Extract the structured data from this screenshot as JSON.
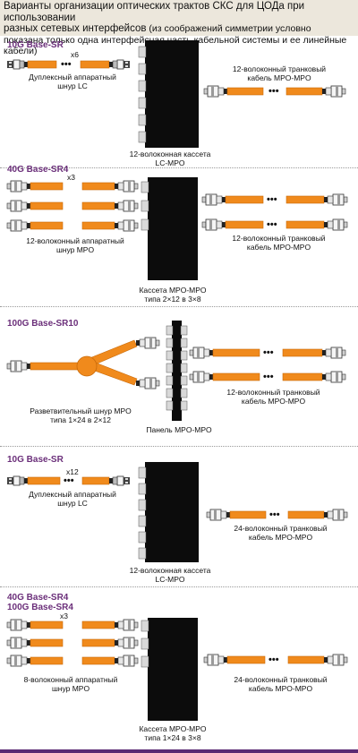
{
  "header": {
    "title_line1": "Варианты организации оптических трактов СКС для ЦОДа при использовании",
    "title_line2a": "разных сетевых интерфейсов",
    "title_line2b": " (из соображений симметрии условно",
    "title_line3": "показана только одна интерфейсная часть кабельной системы и ее линейные кабели)"
  },
  "sections": [
    {
      "label": "10G Base-SR",
      "multiplier": "x6",
      "dots": "•••",
      "patch_caption_1": "Дуплексный аппаратный",
      "patch_caption_2": "шнур LC",
      "module_caption_1": "12-волоконная кассета",
      "module_caption_2": "LC-MPO",
      "trunk_caption_1": "12-волоконный транковый",
      "trunk_caption_2": "кабель MPO-MPO"
    },
    {
      "label": "40G Base-SR4",
      "multiplier": "x3",
      "dots": "•••",
      "patch_caption_1": "12-волоконный аппаратный",
      "patch_caption_2": "шнур MPO",
      "module_caption_1": "Кассета MPO-MPO",
      "module_caption_2": "типа 2×12 в 3×8",
      "trunk_caption_1": "12-волоконный транковый",
      "trunk_caption_2": "кабель MPO-MPO"
    },
    {
      "label": "100G Base-SR10",
      "dots": "•••",
      "patch_caption_1": "Разветвительный шнур MPO",
      "patch_caption_2": "типа 1×24 в 2×12",
      "module_caption_1": "Панель MPO-MPO",
      "trunk_caption_1": "12-волоконный транковый",
      "trunk_caption_2": "кабель MPO-MPO"
    },
    {
      "label": "10G Base-SR",
      "multiplier": "x12",
      "dots": "•••",
      "patch_caption_1": "Дуплексный аппаратный",
      "patch_caption_2": "шнур LC",
      "module_caption_1": "12-волоконная кассета",
      "module_caption_2": "LC-MPO",
      "trunk_caption_1": "24-волоконный транковый",
      "trunk_caption_2": "кабель MPO-MPO"
    },
    {
      "label": "40G Base-SR4",
      "label2": "100G Base-SR4",
      "multiplier": "x3",
      "dots": "•••",
      "patch_caption_1": "8-волоконный аппаратный",
      "patch_caption_2": "шнур MPO",
      "module_caption_1": "Кассета MPO-MPO",
      "module_caption_2": "типа 1×24 в 3×8",
      "trunk_caption_1": "24-волоконный транковый",
      "trunk_caption_2": "кабель MPO-MPO"
    }
  ],
  "colors": {
    "cable": "#f08a1c",
    "cable_edge": "#c86a0a",
    "module": "#0c0c0c",
    "port": "#d9d9d9",
    "section_label": "#6b2f7a",
    "header_bg": "#ece7dc",
    "footer_bar": "#5b2a73"
  }
}
